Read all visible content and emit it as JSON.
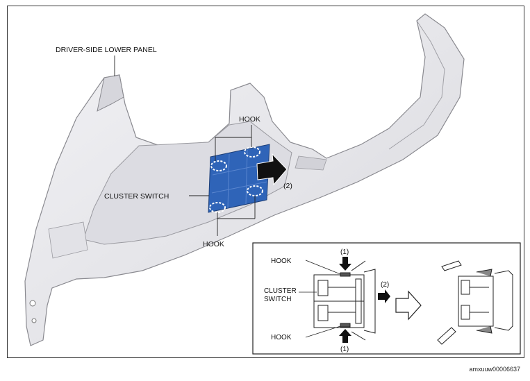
{
  "labels": {
    "panel": "DRIVER-SIDE LOWER PANEL",
    "hook_top": "HOOK",
    "hook_bottom": "HOOK",
    "cluster_switch": "CLUSTER SWITCH",
    "step2_main": "(2)"
  },
  "inset": {
    "hook_top": "HOOK",
    "hook_bottom": "HOOK",
    "cluster_line1": "CLUSTER",
    "cluster_line2": "SWITCH",
    "step1_top": "(1)",
    "step1_bottom": "(1)",
    "step2": "(2)"
  },
  "doc_id": "amxuuw00006637",
  "colors": {
    "panel_fill": "#e8e8ec",
    "panel_stroke": "#8a8a90",
    "switch_fill": "#2f64b8",
    "arrow": "#111111"
  }
}
